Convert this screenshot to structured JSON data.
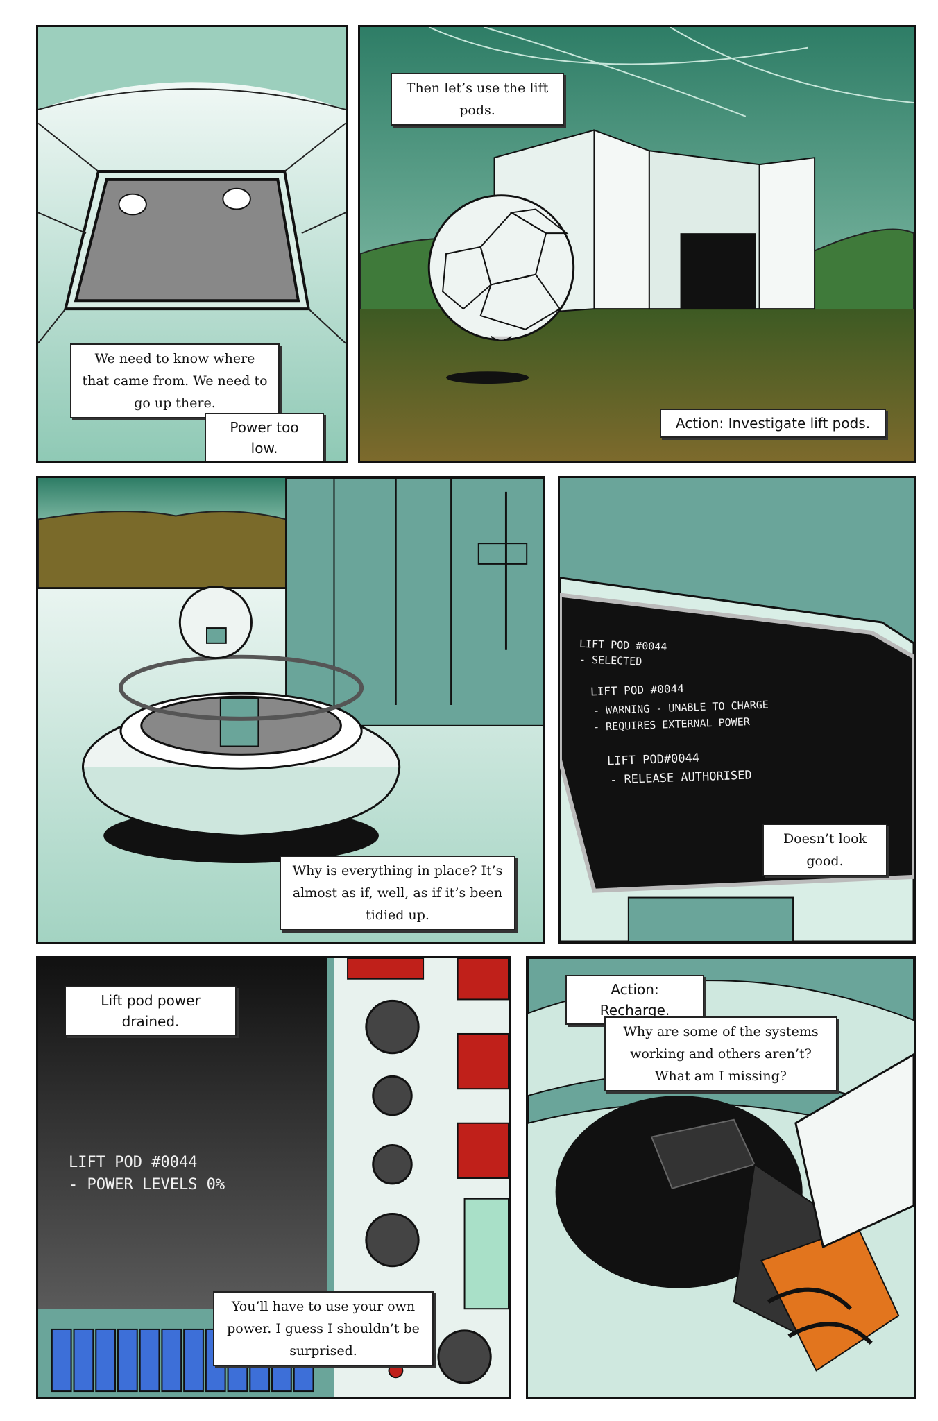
{
  "panels": {
    "p1": {
      "narration": "We need to know where that came from. We need to go up there.",
      "system": "Power too low."
    },
    "p2": {
      "narration": "Then let’s use the lift pods.",
      "system": "Action: Investigate lift pods."
    },
    "p3": {
      "narration": "Why is everything in place? It’s almost as if, well, as if it’s been tidied up."
    },
    "p4": {
      "screen_lines": [
        "LIFT POD #0044",
        " - SELECTED",
        "LIFT POD #0044",
        " - WARNING - UNABLE TO CHARGE",
        " - REQUIRES EXTERNAL POWER",
        "LIFT POD#0044",
        " - RELEASE AUTHORISED"
      ],
      "narration": "Doesn’t look good."
    },
    "p5": {
      "system": "Lift pod power drained.",
      "screen_lines": [
        "LIFT POD #0044",
        "- POWER LEVELS 0%"
      ],
      "narration": "You’ll have to use your own power. I guess I shouldn’t be surprised."
    },
    "p6": {
      "system": "Action: Recharge.",
      "narration": "Why are some of the systems working and others aren’t? What am I missing?"
    }
  },
  "colors": {
    "sky_top": "#2e7d66",
    "sky_bottom": "#a9d8c4",
    "teal_wall": "#6aa59a",
    "grass": "#4f6a2a",
    "screen": "#111111",
    "button_red": "#c0201a",
    "key_blue": "#3d6fd8",
    "hazard_orange": "#e2751e"
  }
}
